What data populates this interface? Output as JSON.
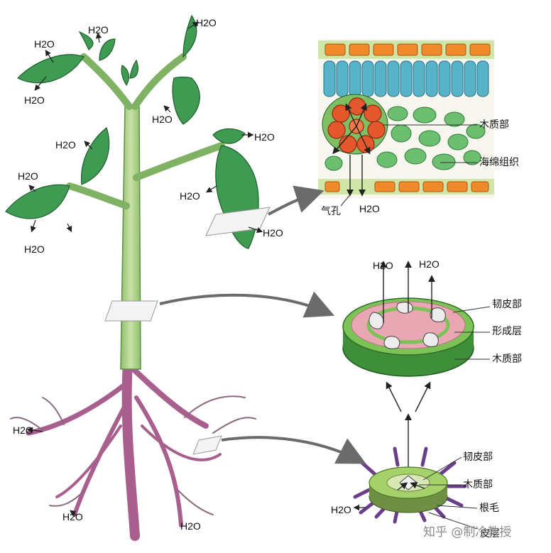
{
  "water_label": "H2O",
  "labels": {
    "leaf_xylem": "木质部",
    "spongy_tissue": "海绵组织",
    "stoma": "气孔",
    "stem_phloem": "韧皮部",
    "cambium": "形成层",
    "stem_xylem": "木质部",
    "root_phloem": "韧皮部",
    "root_xylem": "木质部",
    "root_hair": "根毛",
    "root_epidermis": "皮层"
  },
  "watermark": "知乎 @制冷教授",
  "colors": {
    "stem": "#a9cf86",
    "leaf": "#3f9a52",
    "root": "#b06a96",
    "arrow": "#6b6b6b",
    "mesophyll": "#57b4c8",
    "xylem_cells": "#e5572c",
    "guard_cells": "#e88a2a",
    "disk_inner": "#e9a7b4",
    "disk_ring": "#7cc257"
  }
}
